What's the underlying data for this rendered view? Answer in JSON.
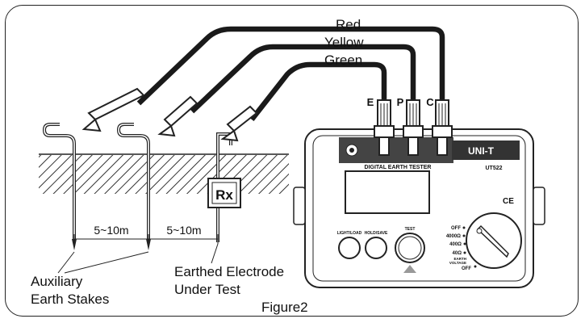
{
  "wires": {
    "red": "Red",
    "yellow": "Yellow",
    "green": "Green"
  },
  "terminals": {
    "e": "E",
    "p": "P",
    "c": "C"
  },
  "distances": {
    "first": "5~10m",
    "second": "5~10m"
  },
  "rx_label": "Rx",
  "labels": {
    "aux_line1": "Auxiliary",
    "aux_line2": "Earth Stakes",
    "earthed_line1": "Earthed Electrode",
    "earthed_line2": "Under Test",
    "figure": "Figure2"
  },
  "tester": {
    "brand": "UNI-T",
    "model": "UT522",
    "panel_title": "DIGITAL EARTH TESTER",
    "buttons": {
      "light_load": "LIGHT/LOAD",
      "hold_save": "HOLD/SAVE",
      "test": "TEST"
    },
    "ce_mark": "CE",
    "dial": {
      "off_top": "OFF",
      "r4000": "4000Ω",
      "r400": "400Ω",
      "r40": "40Ω",
      "earth1": "EARTH",
      "earth2": "VOLTAGE",
      "off_bottom": "OFF"
    }
  }
}
